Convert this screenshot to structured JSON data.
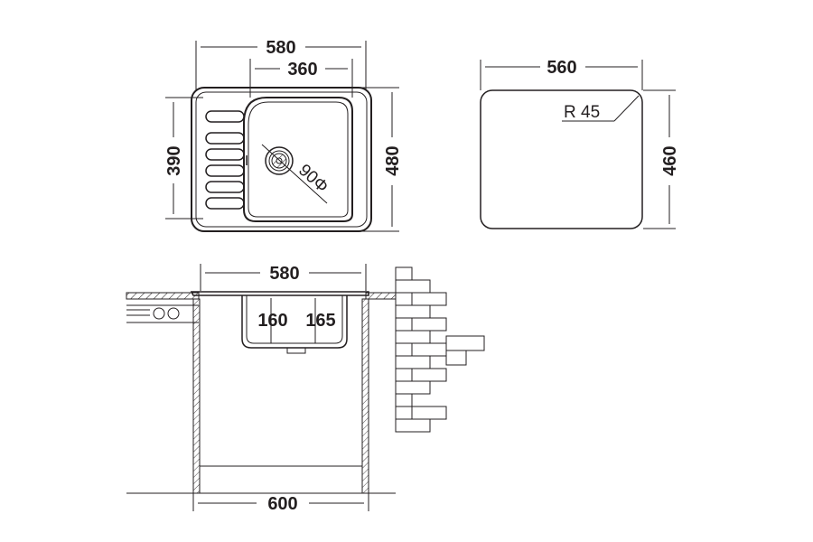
{
  "colors": {
    "line": "#231f20",
    "background": "#ffffff"
  },
  "top_view": {
    "width_overall": "580",
    "width_bowl": "360",
    "height_bowl": "390",
    "height_overall": "480",
    "drain_diameter": "90Φ"
  },
  "cutout_view": {
    "width": "560",
    "height": "460",
    "corner_radius": "R 45"
  },
  "section_view": {
    "width_sink": "580",
    "depth_1": "160",
    "depth_2": "165",
    "cabinet_width": "600"
  }
}
